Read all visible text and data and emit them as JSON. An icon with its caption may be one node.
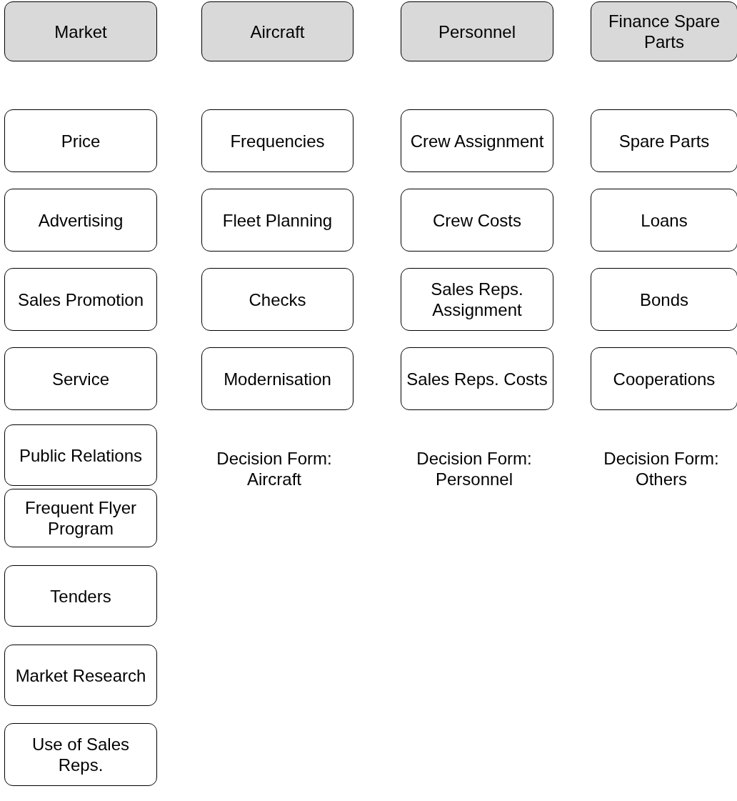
{
  "diagram": {
    "nodes": [
      {
        "text": [
          "Market"
        ]
      },
      {
        "text": [
          "Aircraft"
        ]
      },
      {
        "text": [
          "Personnel"
        ]
      },
      {
        "text": [
          "Finance Spare Parts"
        ]
      },
      {
        "text": [
          "Price"
        ]
      },
      {
        "text": [
          "Frequencies"
        ]
      },
      {
        "text": [
          "Crew Assignment"
        ]
      },
      {
        "text": [
          "Spare Parts"
        ]
      },
      {
        "text": [
          "Advertising"
        ]
      },
      {
        "text": [
          "Fleet Planning"
        ]
      },
      {
        "text": [
          "Crew Costs"
        ]
      },
      {
        "text": [
          "Loans"
        ]
      },
      {
        "text": [
          "Sales Promotion"
        ]
      },
      {
        "text": [
          "Checks"
        ]
      },
      {
        "text": [
          "Sales Reps. Assignment"
        ]
      },
      {
        "text": [
          "Bonds"
        ]
      },
      {
        "text": [
          "Service"
        ]
      },
      {
        "text": [
          "Modernisation"
        ]
      },
      {
        "text": [
          "Sales Reps. Costs"
        ]
      },
      {
        "text": [
          "Cooperations"
        ]
      },
      {
        "text": [
          "Public Relations"
        ]
      },
      {
        "text": [
          "Frequent Flyer Program"
        ]
      },
      {
        "text": [
          "Tenders"
        ]
      },
      {
        "text": [
          "Market Research"
        ]
      },
      {
        "text": [
          "Use of Sales Reps."
        ]
      }
    ],
    "labels": [
      "Decision Form: Aircraft",
      "Decision Form: Personnel",
      "Decision Form: Others"
    ]
  }
}
